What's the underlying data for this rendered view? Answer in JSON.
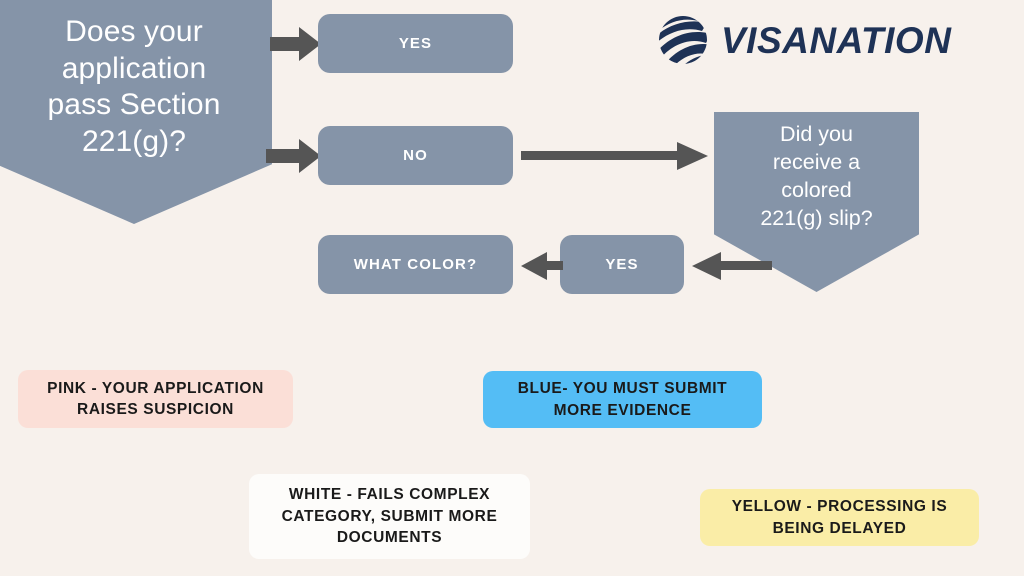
{
  "page": {
    "background_color": "#f7f1ec",
    "title": "Section 221(g) decision flowchart"
  },
  "brand": {
    "wordmark": "VISANATION",
    "color": "#1e3256",
    "mark_name": "striped-globe-icon"
  },
  "flow": {
    "start_question": "Does your\napplication\npass Section\n221(g)?",
    "slip_question": "Did you\nreceive a\ncolored\n221(g) slip?",
    "yes_top": "YES",
    "no": "NO",
    "what_color": "WHAT COLOR?",
    "yes_second": "YES",
    "node_color": "#8594a8",
    "node_text_color": "#ffffff",
    "arrow_color": "#555555"
  },
  "legend": [
    {
      "key": "pink",
      "text": "PINK - YOUR APPLICATION\nRAISES SUSPICION",
      "color": "#fbdfd7"
    },
    {
      "key": "blue",
      "text": "BLUE- YOU MUST SUBMIT\nMORE EVIDENCE",
      "color": "#54bdf5"
    },
    {
      "key": "white",
      "text": "WHITE - FAILS COMPLEX\nCATEGORY, SUBMIT MORE\nDOCUMENTS",
      "color": "#fdfcfa"
    },
    {
      "key": "yellow",
      "text": "YELLOW - PROCESSING IS\nBEING DELAYED",
      "color": "#faeda7"
    }
  ]
}
